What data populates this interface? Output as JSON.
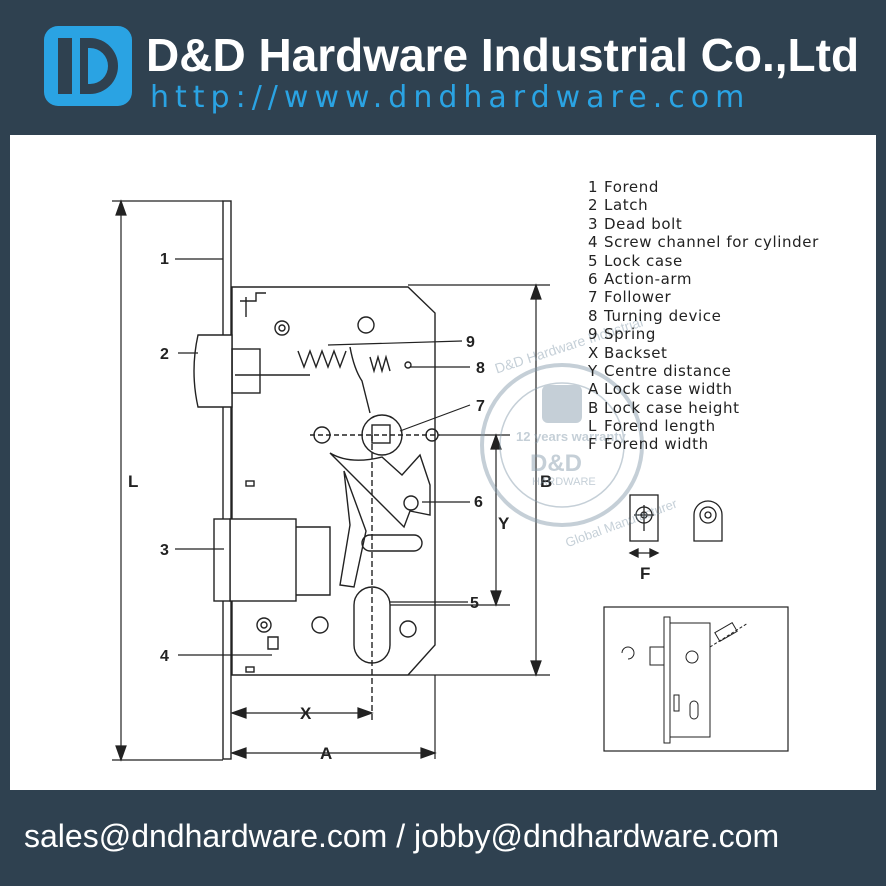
{
  "header": {
    "company_name": "D&D Hardware Industrial Co.,Ltd",
    "website": "http://www.dndhardware.com",
    "logo_icon": "dd-logo-icon",
    "brand_color": "#2aa3e3",
    "background_color": "#2f4150"
  },
  "diagram": {
    "callouts": [
      "1",
      "2",
      "3",
      "4",
      "5",
      "6",
      "7",
      "8",
      "9"
    ],
    "dimensions": {
      "L": "L",
      "B": "B",
      "Y": "Y",
      "X": "X",
      "A": "A",
      "F": "F"
    }
  },
  "legend": [
    {
      "key": "1",
      "label": "Forend"
    },
    {
      "key": "2",
      "label": "Latch"
    },
    {
      "key": "3",
      "label": "Dead bolt"
    },
    {
      "key": "4",
      "label": "Screw channel for cylinder"
    },
    {
      "key": "5",
      "label": "Lock case"
    },
    {
      "key": "6",
      "label": "Action-arm"
    },
    {
      "key": "7",
      "label": "Follower"
    },
    {
      "key": "8",
      "label": "Turning device"
    },
    {
      "key": "9",
      "label": "Spring"
    },
    {
      "key": "X",
      "label": "Backset"
    },
    {
      "key": "Y",
      "label": "Centre distance"
    },
    {
      "key": "A",
      "label": "Lock case width"
    },
    {
      "key": "B",
      "label": "Lock case height"
    },
    {
      "key": "L",
      "label": "Forend length"
    },
    {
      "key": "F",
      "label": "Forend width"
    }
  ],
  "watermark": {
    "ring_top": "D&D Hardware Industrial",
    "ring_bottom": "Global Manufacturer",
    "warranty": "12 years warranty",
    "mark": "D&D",
    "mark_sub": "HARDWARE"
  },
  "footer": {
    "contact": "sales@dndhardware.com / jobby@dndhardware.com"
  }
}
